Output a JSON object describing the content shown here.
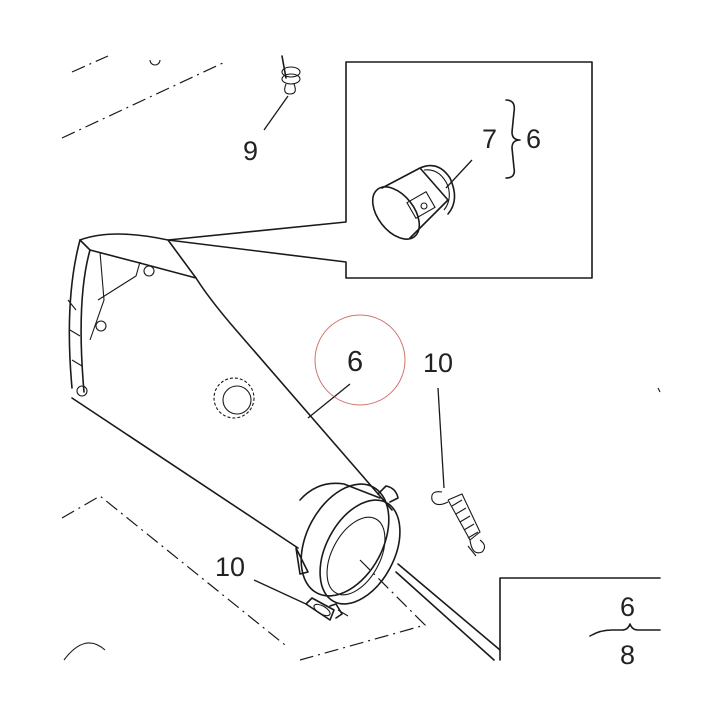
{
  "callouts": {
    "spring_top_left": "9",
    "inset_part": "7",
    "inset_assembly": "6",
    "silencer": "6",
    "spring_right": "10",
    "sensor": "10",
    "corner_top": "6",
    "corner_bottom": "8"
  },
  "colors": {
    "line": "#1a1a1a",
    "highlight_circle": "#c0392b",
    "background": "#ffffff"
  }
}
